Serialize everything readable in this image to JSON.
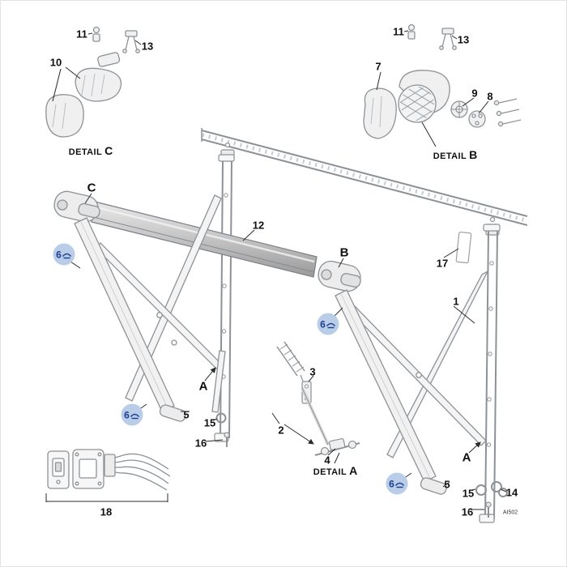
{
  "drawing_code": "AI502",
  "badge": {
    "number": "6"
  },
  "sections": {
    "a": "A",
    "b": "B",
    "c": "C"
  },
  "details": {
    "a": {
      "word": "DETAIL",
      "letter": "A"
    },
    "b": {
      "word": "DETAIL",
      "letter": "B"
    },
    "c": {
      "word": "DETAIL",
      "letter": "C"
    }
  },
  "parts": {
    "p1": "1",
    "p2": "2",
    "p3": "3",
    "p4": "4",
    "p5": "5",
    "p6": "6",
    "p7": "7",
    "p8": "8",
    "p9": "9",
    "p10": "10",
    "p11": "11",
    "p12": "12",
    "p13": "13",
    "p14": "14",
    "p15": "15",
    "p16": "16",
    "p17": "17",
    "p18": "18"
  }
}
